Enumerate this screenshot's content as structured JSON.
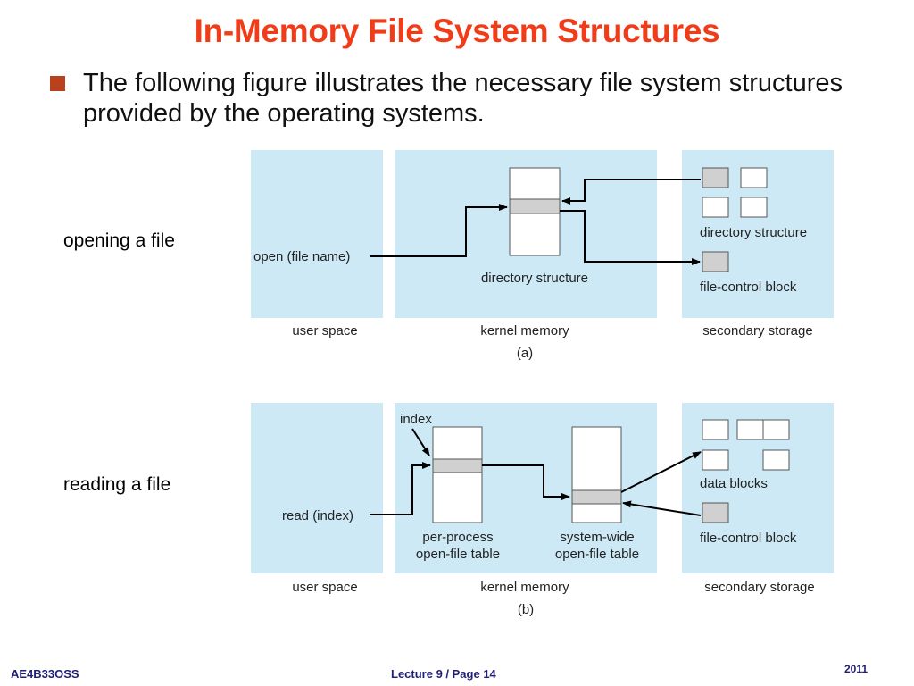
{
  "title": "In-Memory File System Structures",
  "bullet": "The following figure illustrates the necessary file system structures provided by the operating systems.",
  "side_labels": {
    "opening": "opening a file",
    "reading": "reading a file"
  },
  "colors": {
    "title": "#f03c18",
    "bullet": "#b9421c",
    "panel": "#cde9f6",
    "entry": "#d0d0d0",
    "footer": "#1f1f7a"
  },
  "figure_a": {
    "open_call": "open (file name)",
    "directory_structure": "directory structure",
    "storage_directory_structure": "directory structure",
    "file_control_block": "file-control block",
    "user_space": "user space",
    "kernel_memory": "kernel memory",
    "secondary_storage": "secondary storage",
    "caption": "(a)"
  },
  "figure_b": {
    "index": "index",
    "read_call": "read (index)",
    "per_process_1": "per-process",
    "per_process_2": "open-file table",
    "system_wide_1": "system-wide",
    "system_wide_2": "open-file table",
    "data_blocks": "data blocks",
    "file_control_block": "file-control block",
    "user_space": "user space",
    "kernel_memory": "kernel memory",
    "secondary_storage": "secondary storage",
    "caption": "(b)"
  },
  "footer": {
    "course": "AE4B33OSS",
    "lecture": "Lecture 9 / Page 14",
    "year": "2011"
  }
}
